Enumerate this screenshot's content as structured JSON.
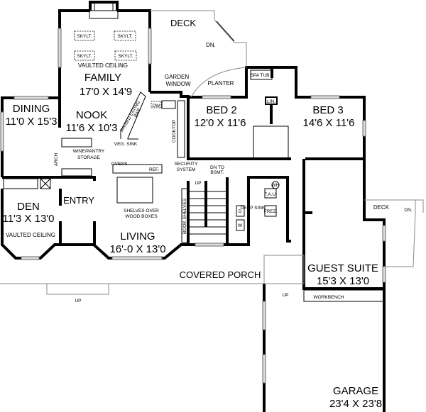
{
  "rooms": {
    "family": {
      "name": "FAMILY",
      "size": "17'0 X 14'9",
      "note": "VAULTED CEILING"
    },
    "dining": {
      "name": "DINING",
      "size": "11'0 X 15'3"
    },
    "nook": {
      "name": "NOOK",
      "size": "11'6 X 10'3"
    },
    "bed2": {
      "name": "BED 2",
      "size": "12'0 X 11'6"
    },
    "bed3": {
      "name": "BED 3",
      "size": "14'6 X 11'6"
    },
    "den": {
      "name": "DEN",
      "size": "11'3 X 13'0",
      "note": "VAULTED CEILING"
    },
    "entry": {
      "name": "ENTRY"
    },
    "living": {
      "name": "LIVING",
      "size": "16'-0 X 13'0"
    },
    "guest": {
      "name": "GUEST SUITE",
      "size": "15'3 X 13'0"
    },
    "garage": {
      "name": "GARAGE",
      "size": "23'4 X 23'8"
    }
  },
  "labels": {
    "skylight": "SKYLT.",
    "deck": "DECK",
    "dn": "DN.",
    "garden_window": [
      "GARDEN",
      "WINDOW"
    ],
    "planter": "PLANTER",
    "spa_tub": "SPA TUB",
    "lin": "LIN.",
    "raised_bar": [
      "RAISED EATING",
      "BAR"
    ],
    "dw": "DW",
    "veg_sink": "VEG. SINK",
    "cooktop": "COOKTOP",
    "security_system": [
      "SECURITY",
      "SYSTEM"
    ],
    "wine_pantry": [
      "WINE/PANTRY",
      "STORAGE"
    ],
    "arch": "ARCH",
    "ovens": "OVENS",
    "ref": "REF.",
    "shelves": [
      "SHELVES OVER",
      "WOOD BOXES"
    ],
    "dn_bsmt": [
      "DN TO",
      "BSMT."
    ],
    "up": "UP",
    "book_shelves": "BOOK SHELVES",
    "deep_sink": "DEEP SINK",
    "wh": "WH",
    "fau": "F.A.U.",
    "frez": "FREZ.",
    "d": "D",
    "w": "W",
    "covered_porch": "COVERED PORCH",
    "workbench": "WORKBENCH"
  }
}
